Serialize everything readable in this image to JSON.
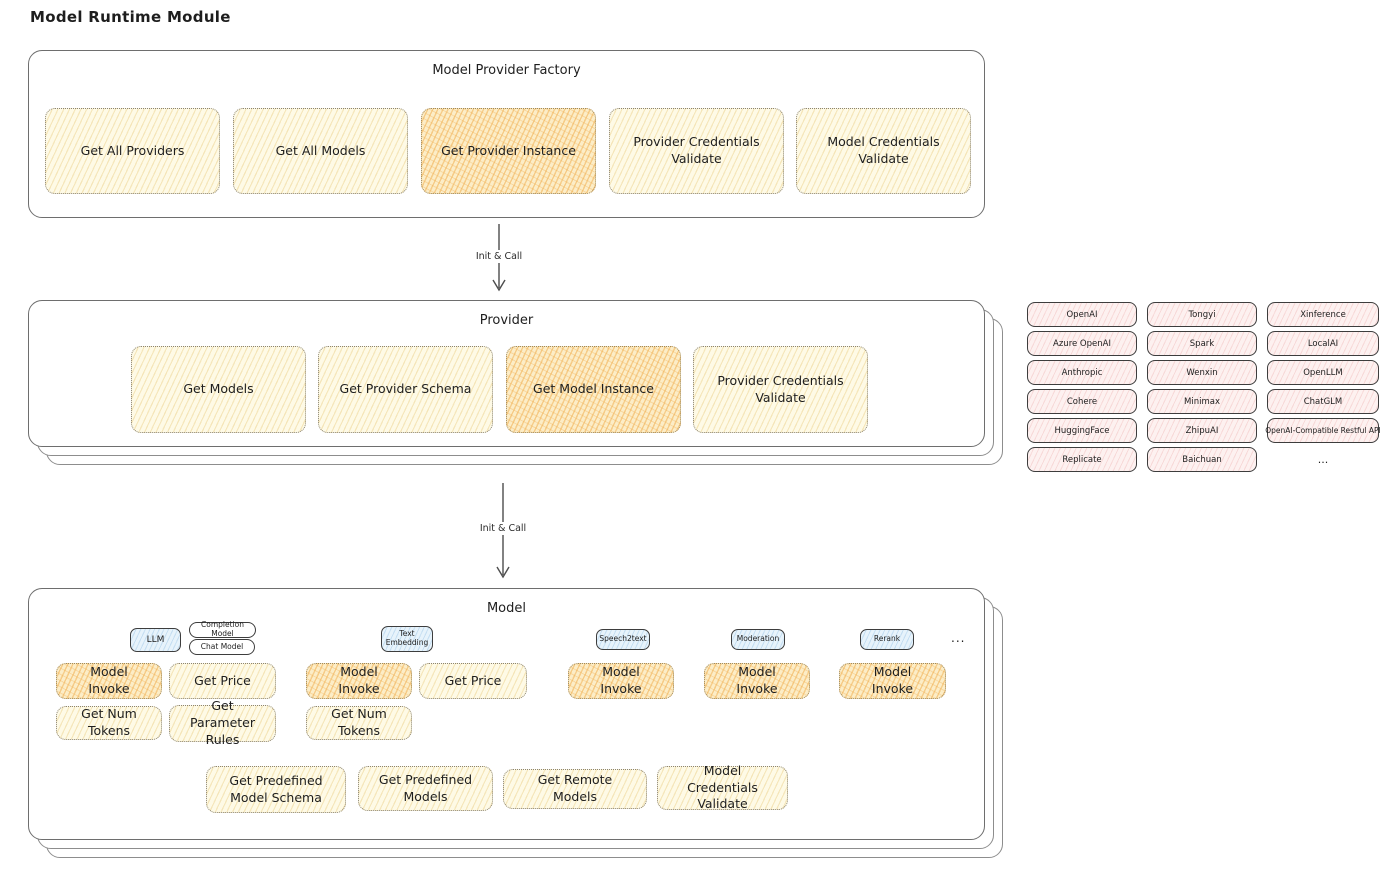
{
  "page": {
    "title": "Model Runtime Module"
  },
  "colors": {
    "node_yellow": "#fefae6",
    "node_highlight": "#fcedc7",
    "provider_pink": "#fdf1f0",
    "tag_blue": "#e7f3fb",
    "ink": "#1e1e1e"
  },
  "factory": {
    "title": "Model Provider Factory",
    "boxes": [
      {
        "label": "Get All Providers"
      },
      {
        "label": "Get All Models"
      },
      {
        "label": "Get Provider Instance"
      },
      {
        "label": "Provider Credentials Validate"
      },
      {
        "label": "Model Credentials Validate"
      }
    ]
  },
  "arrows": {
    "init_call_1": "Init & Call",
    "init_call_2": "Init & Call"
  },
  "provider": {
    "title": "Provider",
    "boxes": [
      {
        "label": "Get Models"
      },
      {
        "label": "Get Provider Schema"
      },
      {
        "label": "Get Model Instance"
      },
      {
        "label": "Provider Credentials Validate"
      }
    ]
  },
  "providers_grid": {
    "cells": [
      {
        "label": "OpenAI"
      },
      {
        "label": "Tongyi"
      },
      {
        "label": "Xinference"
      },
      {
        "label": "Azure OpenAI"
      },
      {
        "label": "Spark"
      },
      {
        "label": "LocalAI"
      },
      {
        "label": "Anthropic"
      },
      {
        "label": "Wenxin"
      },
      {
        "label": "OpenLLM"
      },
      {
        "label": "Cohere"
      },
      {
        "label": "Minimax"
      },
      {
        "label": "ChatGLM"
      },
      {
        "label": "HuggingFace"
      },
      {
        "label": "ZhipuAI"
      },
      {
        "label": "OpenAI-Compatible Restful API"
      },
      {
        "label": "Replicate"
      },
      {
        "label": "Baichuan"
      }
    ],
    "more": "..."
  },
  "model": {
    "title": "Model",
    "tags": {
      "llm": "LLM",
      "completion": "Completion Model",
      "chat": "Chat Model",
      "text_embedding": "Text Embedding",
      "speech2text": "Speech2text",
      "moderation": "Moderation",
      "rerank": "Rerank",
      "more": "..."
    },
    "ops": {
      "llm_invoke": "Model Invoke",
      "llm_price": "Get Price",
      "llm_tokens": "Get Num Tokens",
      "llm_rules": "Get Parameter Rules",
      "emb_invoke": "Model Invoke",
      "emb_price": "Get Price",
      "emb_tokens": "Get Num Tokens",
      "s2t_invoke": "Model Invoke",
      "mod_invoke": "Model Invoke",
      "rerank_invoke": "Model Invoke",
      "schema": "Get Predefined Model Schema",
      "predefined": "Get Predefined Models",
      "remote": "Get Remote Models",
      "validate": "Model Credentials Validate"
    }
  }
}
